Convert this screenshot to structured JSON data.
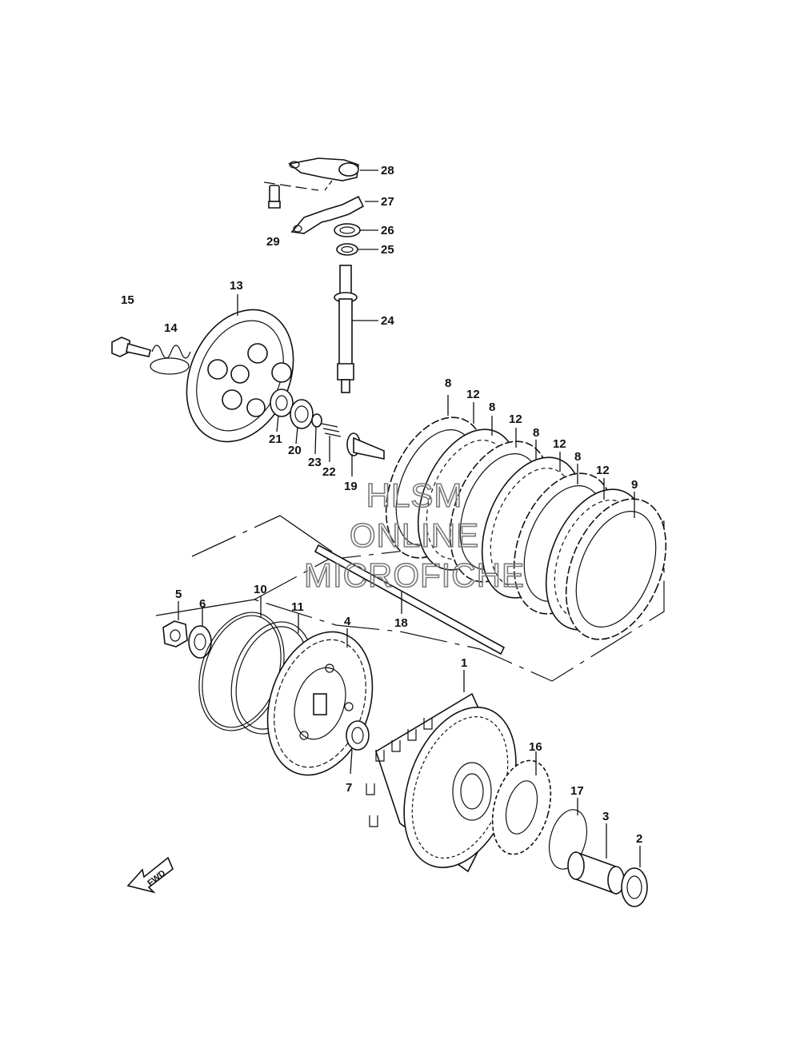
{
  "labels": [
    {
      "id": "28",
      "text": "28"
    },
    {
      "id": "27",
      "text": "27"
    },
    {
      "id": "26",
      "text": "26"
    },
    {
      "id": "25",
      "text": "25"
    },
    {
      "id": "29",
      "text": "29"
    },
    {
      "id": "24",
      "text": "24"
    },
    {
      "id": "15",
      "text": "15"
    },
    {
      "id": "14",
      "text": "14"
    },
    {
      "id": "13",
      "text": "13"
    },
    {
      "id": "21",
      "text": "21"
    },
    {
      "id": "20",
      "text": "20"
    },
    {
      "id": "23",
      "text": "23"
    },
    {
      "id": "22",
      "text": "22"
    },
    {
      "id": "19",
      "text": "19"
    },
    {
      "id": "8a",
      "text": "8"
    },
    {
      "id": "12a",
      "text": "12"
    },
    {
      "id": "8b",
      "text": "8"
    },
    {
      "id": "12b",
      "text": "12"
    },
    {
      "id": "8c",
      "text": "8"
    },
    {
      "id": "12c",
      "text": "12"
    },
    {
      "id": "8d",
      "text": "8"
    },
    {
      "id": "12d",
      "text": "12"
    },
    {
      "id": "9",
      "text": "9"
    },
    {
      "id": "5",
      "text": "5"
    },
    {
      "id": "6",
      "text": "6"
    },
    {
      "id": "10",
      "text": "10"
    },
    {
      "id": "11",
      "text": "11"
    },
    {
      "id": "4",
      "text": "4"
    },
    {
      "id": "18",
      "text": "18"
    },
    {
      "id": "1",
      "text": "1"
    },
    {
      "id": "7",
      "text": "7"
    },
    {
      "id": "16",
      "text": "16"
    },
    {
      "id": "17",
      "text": "17"
    },
    {
      "id": "3",
      "text": "3"
    },
    {
      "id": "2",
      "text": "2"
    }
  ],
  "watermark": {
    "line1": "HLSM",
    "line2": "ONLINE",
    "line3": "MICROFICHE"
  },
  "fwd_label": "FWD"
}
